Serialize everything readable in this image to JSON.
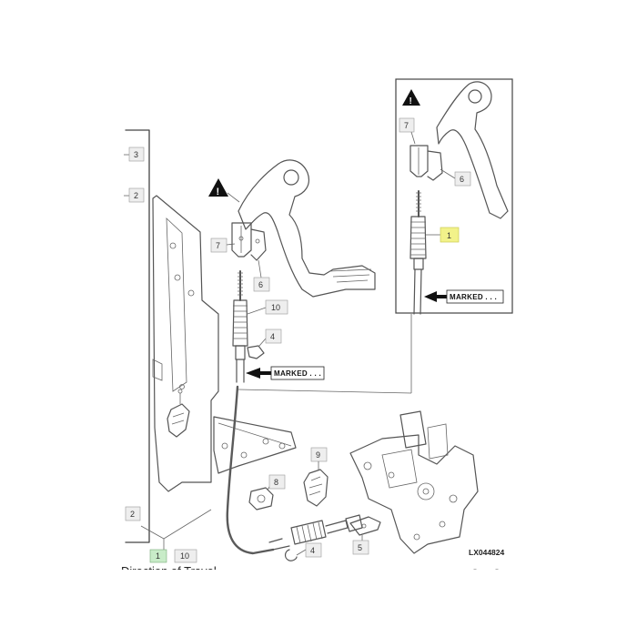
{
  "figure_id": "LX044824",
  "marked_label": "MARKED . . .",
  "warning_symbol": "!",
  "caption_fragment": "Direction of Travel",
  "callouts": {
    "c3": "3",
    "c2_top": "2",
    "c2_bottom": "2",
    "c1_bottom": "1",
    "c10_bottom": "10",
    "c7": "7",
    "c6": "6",
    "c10": "10",
    "c4": "4",
    "c8": "8",
    "c9": "9",
    "c5": "5",
    "c4_bottom": "4",
    "inset_c7": "7",
    "inset_c6": "6",
    "inset_c1": "1"
  },
  "colors": {
    "highlight_yellow": "#f2f28a",
    "highlight_green": "#c8ecc8",
    "line": "#555555"
  },
  "icons": [
    "warning-triangle-icon",
    "arrow-left-icon"
  ]
}
